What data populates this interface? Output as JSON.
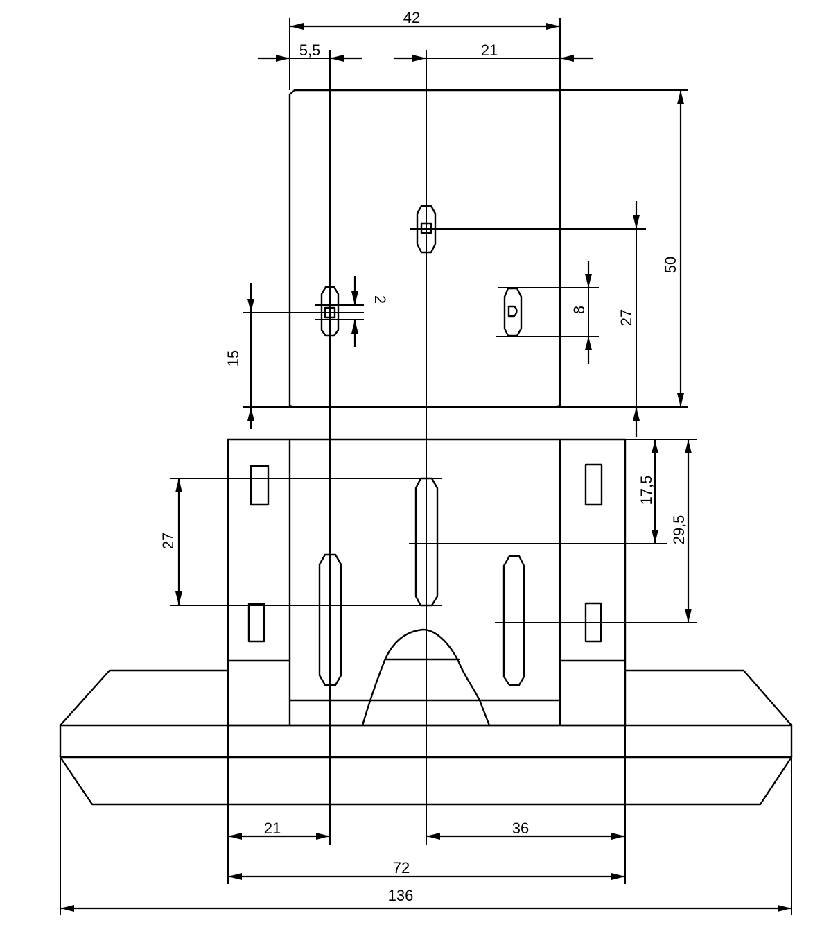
{
  "dimensions": {
    "top_width": "42",
    "top_offset_left": "5,5",
    "top_offset_right": "21",
    "plate_height": "50",
    "upper_hole_height": "27",
    "right_slot_length": "8",
    "left_slot_height": "15",
    "slot_width": "2",
    "bracket_slot_spacing": "27",
    "right_upper_height": "17,5",
    "right_lower_height": "29,5",
    "bottom_left_offset": "21",
    "bottom_right_offset": "36",
    "base_inner_width": "72",
    "total_width": "136"
  }
}
